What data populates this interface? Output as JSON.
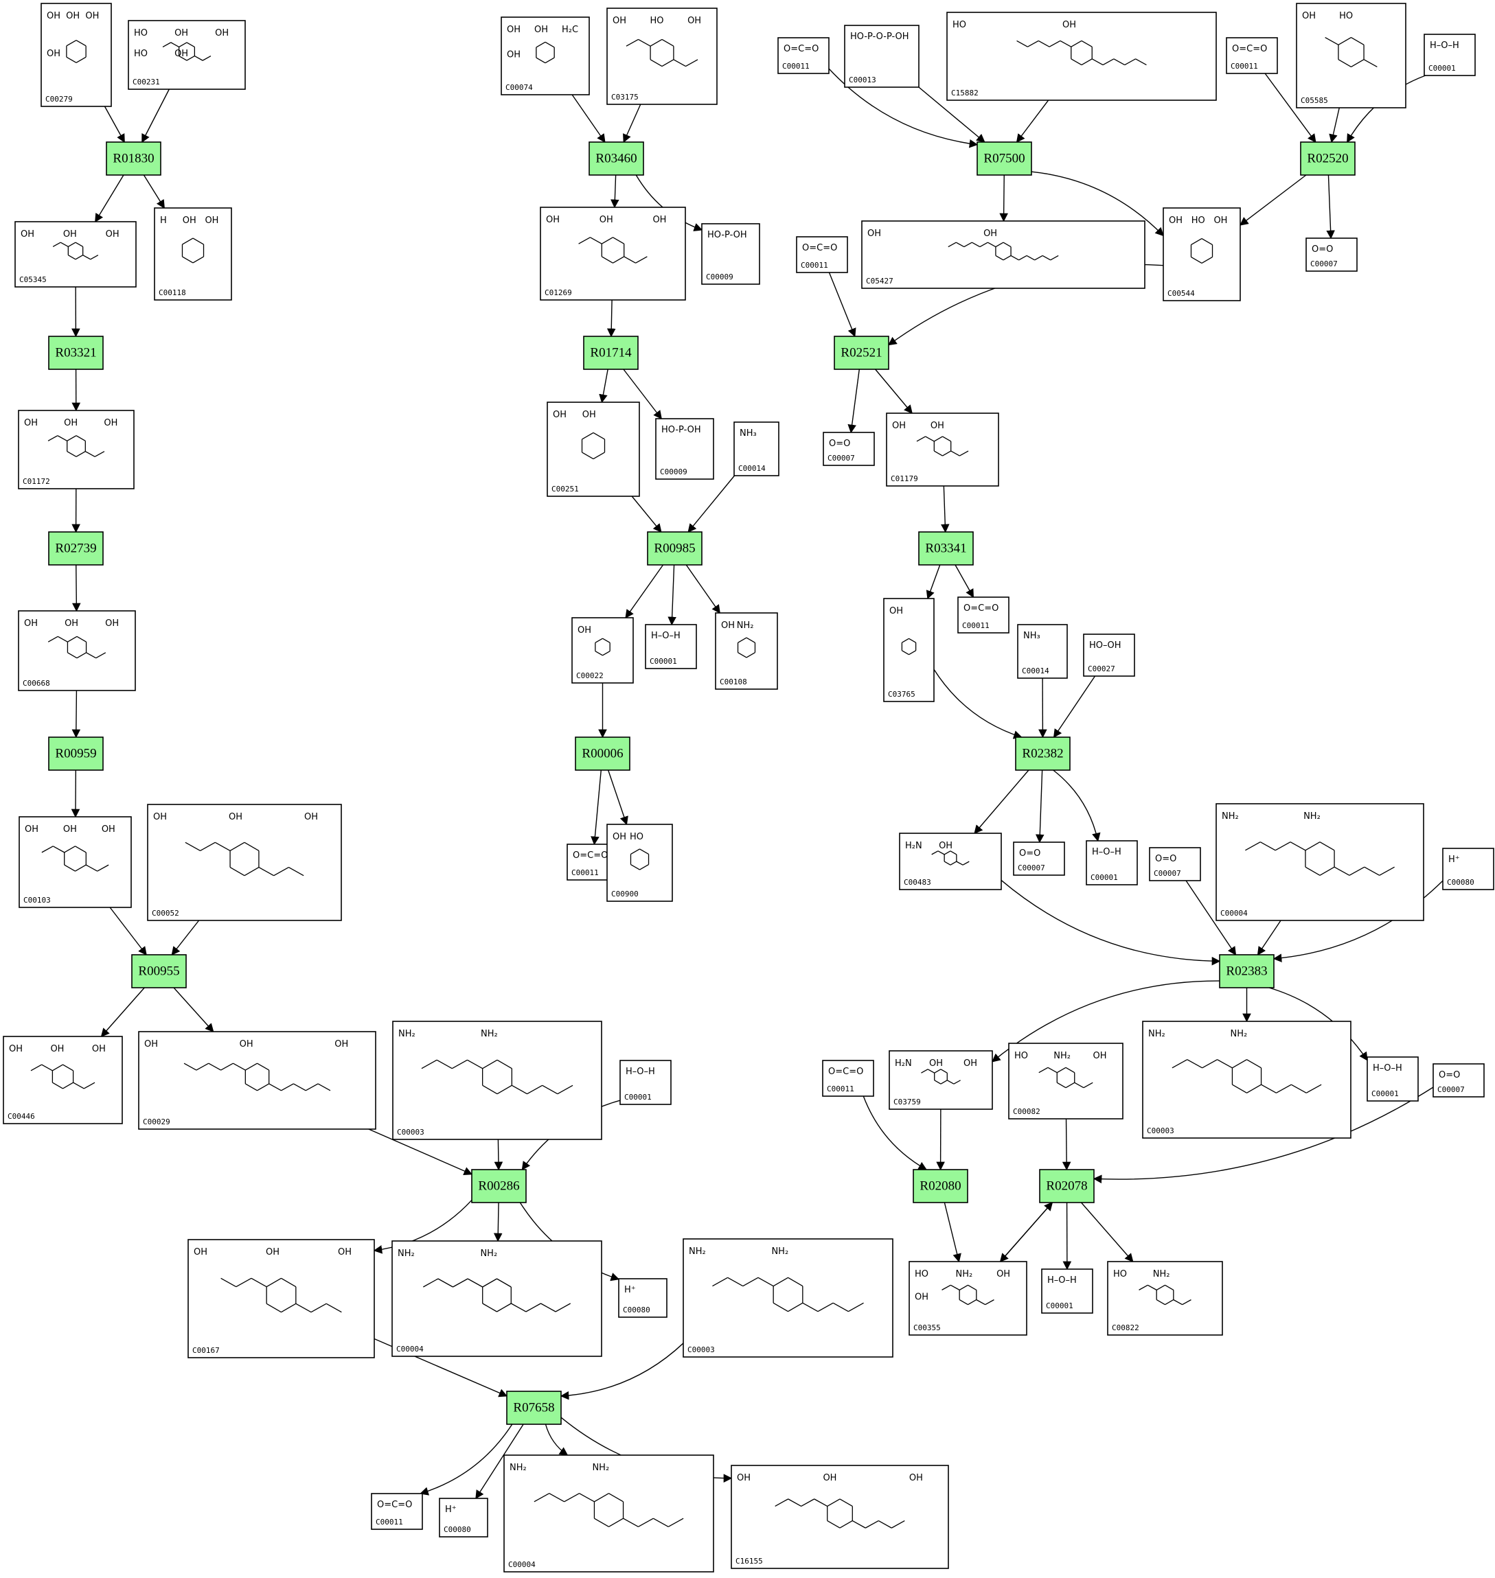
{
  "colors": {
    "reaction_fill": "#98f898",
    "compound_fill": "#ffffff",
    "stroke": "#000000"
  },
  "reactions": [
    "R01830",
    "R03460",
    "R07500",
    "R02520",
    "R03321",
    "R01714",
    "R02521",
    "R00985",
    "R03341",
    "R02739",
    "R00006",
    "R02382",
    "R00959",
    "R02383",
    "R00955",
    "R00286",
    "R02080",
    "R02078",
    "R07658"
  ],
  "compounds": [
    {
      "id": "C00279",
      "labels": [
        "OH",
        "OH",
        "OH",
        "OH"
      ]
    },
    {
      "id": "C00231",
      "labels": [
        "HO",
        "OH",
        "OH",
        "HO",
        "OH"
      ]
    },
    {
      "id": "C00074",
      "labels": [
        "OH",
        "OH",
        "H₂C",
        "OH"
      ]
    },
    {
      "id": "C03175",
      "labels": [
        "OH",
        "HO",
        "OH"
      ]
    },
    {
      "id": "C00011",
      "labels": [
        "O=C=O"
      ]
    },
    {
      "id": "C00013",
      "labels": [
        "HO-P-O-P-OH"
      ]
    },
    {
      "id": "C15882",
      "labels": [
        "HO",
        "OH"
      ]
    },
    {
      "id": "C05585",
      "labels": [
        "OH",
        "HO"
      ]
    },
    {
      "id": "C00001",
      "labels": [
        "H–O–H"
      ]
    },
    {
      "id": "C05345",
      "labels": [
        "OH",
        "OH",
        "OH"
      ]
    },
    {
      "id": "C00118",
      "labels": [
        "H",
        "OH",
        "OH"
      ]
    },
    {
      "id": "C01269",
      "labels": [
        "OH",
        "OH",
        "OH"
      ]
    },
    {
      "id": "C00009",
      "labels": [
        "HO-P-OH"
      ]
    },
    {
      "id": "C05427",
      "labels": [
        "OH",
        "OH"
      ]
    },
    {
      "id": "C00544",
      "labels": [
        "OH",
        "HO",
        "OH"
      ]
    },
    {
      "id": "C00007",
      "labels": [
        "O=O"
      ]
    },
    {
      "id": "C01172",
      "labels": [
        "OH",
        "OH",
        "OH"
      ]
    },
    {
      "id": "C00251",
      "labels": [
        "OH",
        "OH"
      ]
    },
    {
      "id": "C00014",
      "labels": [
        "NH₃"
      ]
    },
    {
      "id": "C01179",
      "labels": [
        "OH",
        "OH"
      ]
    },
    {
      "id": "C00668",
      "labels": [
        "OH",
        "OH",
        "OH"
      ]
    },
    {
      "id": "C00022",
      "labels": [
        "OH"
      ]
    },
    {
      "id": "C00108",
      "labels": [
        "OH",
        "NH₂"
      ]
    },
    {
      "id": "C03765",
      "labels": [
        "OH"
      ]
    },
    {
      "id": "C00027",
      "labels": [
        "HO–OH"
      ]
    },
    {
      "id": "C00103",
      "labels": [
        "OH",
        "OH",
        "OH"
      ]
    },
    {
      "id": "C00052",
      "labels": [
        "OH",
        "OH",
        "OH"
      ]
    },
    {
      "id": "C00900",
      "labels": [
        "OH",
        "HO"
      ]
    },
    {
      "id": "C00483",
      "labels": [
        "H₂N",
        "OH"
      ]
    },
    {
      "id": "C00004",
      "labels": [
        "NH₂",
        "NH₂"
      ]
    },
    {
      "id": "C00080",
      "labels": [
        "H⁺"
      ]
    },
    {
      "id": "C00446",
      "labels": [
        "OH",
        "OH",
        "OH"
      ]
    },
    {
      "id": "C00029",
      "labels": [
        "OH",
        "OH",
        "OH"
      ]
    },
    {
      "id": "C00003",
      "labels": [
        "NH₂",
        "NH₂"
      ]
    },
    {
      "id": "C03759",
      "labels": [
        "H₂N",
        "OH",
        "OH"
      ]
    },
    {
      "id": "C00082",
      "labels": [
        "HO",
        "NH₂",
        "OH"
      ]
    },
    {
      "id": "C00167",
      "labels": [
        "OH",
        "OH",
        "OH"
      ]
    },
    {
      "id": "C00355",
      "labels": [
        "HO",
        "NH₂",
        "OH",
        "OH"
      ]
    },
    {
      "id": "C00822",
      "labels": [
        "HO",
        "NH₂"
      ]
    },
    {
      "id": "C16155",
      "labels": [
        "OH",
        "OH",
        "OH"
      ]
    }
  ]
}
